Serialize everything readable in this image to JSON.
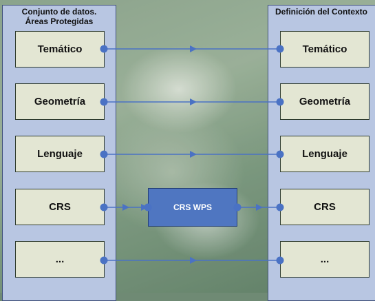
{
  "left_panel": {
    "title_line1": "Conjunto de datos.",
    "title_line2": "Áreas Protegidas"
  },
  "right_panel": {
    "title": "Definición del Contexto"
  },
  "left_boxes": [
    "Temático",
    "Geometría",
    "Lenguaje",
    "CRS",
    "..."
  ],
  "right_boxes": [
    "Temático",
    "Geometría",
    "Lenguaje",
    "CRS",
    "..."
  ],
  "process_box": "CRS WPS",
  "colors": {
    "panel": "#b8c6e2",
    "box": "#e3e6d3",
    "process": "#4f76c1",
    "connector": "#4a72c4"
  }
}
